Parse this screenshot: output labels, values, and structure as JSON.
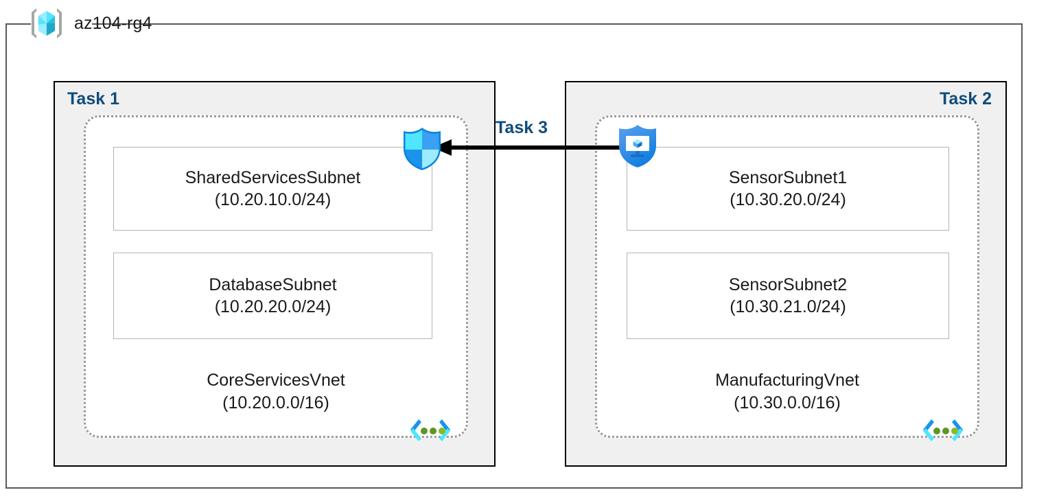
{
  "resource_group": {
    "title": "az104-rg4",
    "icon": "resource-group-cube-icon"
  },
  "colors": {
    "task_label": "#0f4c7c",
    "task_box_fill": "#f0f0f0",
    "task_box_border": "#000000",
    "vnet_border": "#9a9a9a",
    "subnet_border": "#b3b3b3",
    "rg_border": "#595959",
    "arrow": "#000000",
    "azure_blue": "#0078d4",
    "cube_cyan": "#50e6ff",
    "vnet_dot_green": "#5e9624"
  },
  "tasks": [
    {
      "label": "Task 1",
      "align": "left",
      "vnet": {
        "name": "CoreServicesVnet",
        "cidr": "(10.20.0.0/16)",
        "icon": "virtual-network-icon",
        "subnets": [
          {
            "name": "SharedServicesSubnet",
            "cidr": "(10.20.10.0/24)"
          },
          {
            "name": "DatabaseSubnet",
            "cidr": "(10.20.20.0/24)"
          }
        ]
      },
      "corner_icon": "firewall-shield-icon"
    },
    {
      "label": "Task 2",
      "align": "right",
      "vnet": {
        "name": "ManufacturingVnet",
        "cidr": "(10.30.0.0/16)",
        "icon": "virtual-network-icon",
        "subnets": [
          {
            "name": "SensorSubnet1",
            "cidr": "(10.30.20.0/24)"
          },
          {
            "name": "SensorSubnet2",
            "cidr": "(10.30.21.0/24)"
          }
        ]
      },
      "corner_icon": "defender-shield-icon"
    }
  ],
  "connection": {
    "label": "Task 3",
    "direction": "right-to-left",
    "arrow_icon": "left-arrow-icon"
  }
}
